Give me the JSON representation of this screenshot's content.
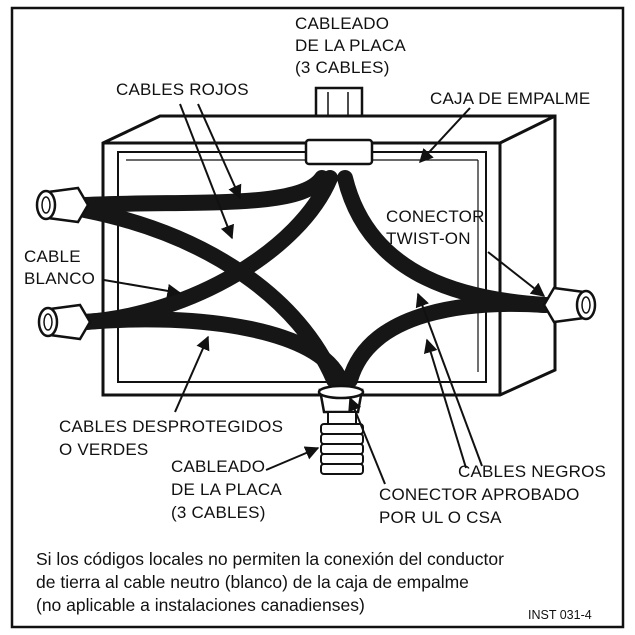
{
  "labels": {
    "top_wiring": [
      "CABLEADO",
      "DE LA PLACA",
      "(3 CABLES)"
    ],
    "red_wires": "CABLES ROJOS",
    "junction_box": "CAJA DE EMPALME",
    "twist_on": [
      "CONECTOR",
      "TWIST-ON"
    ],
    "white_wire": [
      "CABLE",
      "BLANCO"
    ],
    "ground_wires": [
      "CABLES DESPROTEGIDOS",
      "O VERDES"
    ],
    "bottom_wiring": [
      "CABLEADO",
      "DE LA PLACA",
      "(3 CABLES)"
    ],
    "black_wires": "CABLES NEGROS",
    "approved_connector": [
      "CONECTOR APROBADO",
      "POR UL O CSA"
    ]
  },
  "caption": [
    "Si los códigos locales no permiten la conexión del conductor",
    "de tierra al cable neutro (blanco) de la caja de empalme",
    "(no aplicable a instalaciones canadienses)"
  ],
  "figure_code": "INST 031-4",
  "colors": {
    "ink": "#111111",
    "wire": "#161616",
    "connector": "#ffffff",
    "background": "#ffffff"
  }
}
